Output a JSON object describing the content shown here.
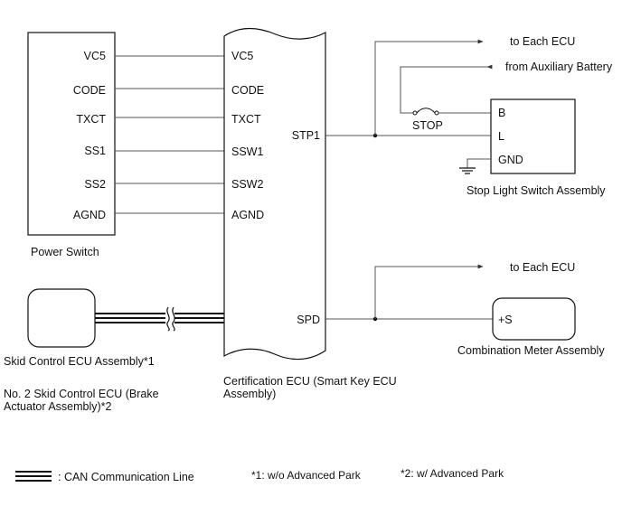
{
  "power_switch": {
    "title": "Power Switch",
    "pins": [
      "VC5",
      "CODE",
      "TXCT",
      "SS1",
      "SS2",
      "AGND"
    ]
  },
  "certification_ecu": {
    "left_pins": [
      "VC5",
      "CODE",
      "TXCT",
      "SSW1",
      "SSW2",
      "AGND"
    ],
    "stp_pin": "STP1",
    "spd_pin": "SPD",
    "title": "Certification ECU (Smart Key ECU Assembly)"
  },
  "skid_control": {
    "title1": "Skid Control ECU Assembly*1",
    "title2": "No. 2 Skid Control ECU (Brake Actuator Assembly)*2"
  },
  "stop_light_switch": {
    "title": "Stop Light Switch Assembly",
    "pins": [
      "B",
      "L",
      "GND"
    ],
    "fuse": "STOP",
    "to_ecu": "to Each ECU",
    "from_battery": "from Auxiliary Battery"
  },
  "combination_meter": {
    "title": "Combination Meter Assembly",
    "pin": "+S",
    "to_ecu": "to Each ECU"
  },
  "legend": {
    "can_line": ": CAN Communication Line",
    "note1": "*1: w/o Advanced Park",
    "note2": "*2: w/ Advanced Park"
  }
}
